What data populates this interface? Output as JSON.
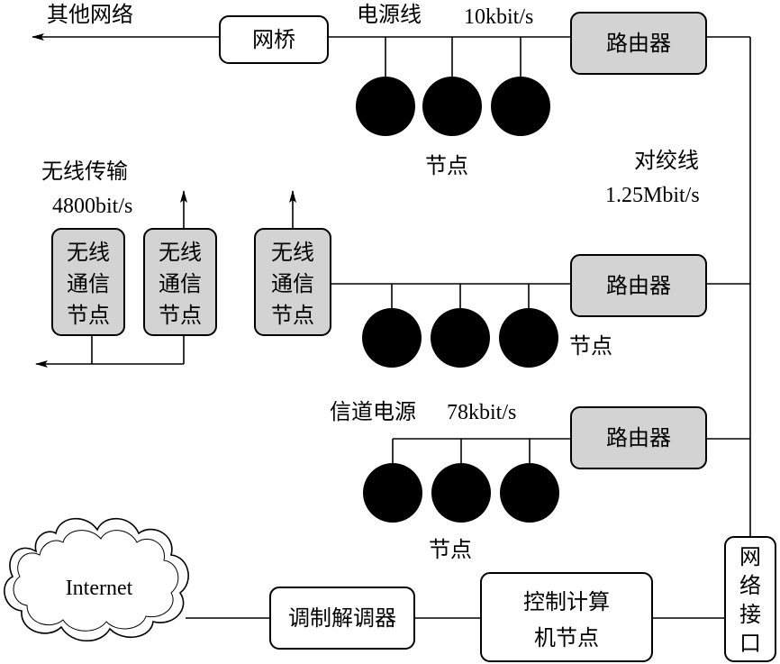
{
  "labels": {
    "other_network": "其他网络",
    "bridge": "网桥",
    "power_line": "电源线",
    "power_line_speed": "10kbit/s",
    "router": "路由器",
    "node": "节点",
    "twisted_pair": "对绞线",
    "twisted_pair_speed": "1.25Mbit/s",
    "wireless_transmission": "无线传输",
    "wireless_speed": "4800bit/s",
    "wireless_node_line1": "无线",
    "wireless_node_line2": "通信",
    "wireless_node_line3": "节点",
    "channel_power": "信道电源",
    "channel_power_speed": "78kbit/s",
    "internet": "Internet",
    "modem": "调制解调器",
    "control_node_line1": "控制计算",
    "control_node_line2": "机节点",
    "net_iface_line1": "网",
    "net_iface_line2": "络",
    "net_iface_line3": "接",
    "net_iface_line4": "口"
  },
  "colors": {
    "box_fill": "#d3d3d3",
    "stroke": "#000000",
    "node_fill": "#000000"
  }
}
